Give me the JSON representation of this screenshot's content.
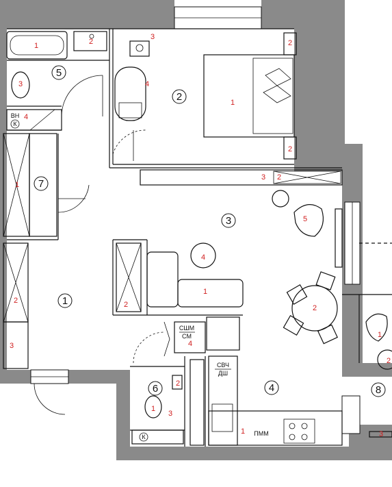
{
  "room_numbers": [
    "1",
    "2",
    "3",
    "4",
    "5",
    "6",
    "7",
    "8"
  ],
  "furniture_numbers": {
    "bath_tub": "1",
    "bath_sink": "2",
    "bath_toilet": "3",
    "bath_boiler": "4",
    "bed": "1",
    "bed_nightstand_top": "2",
    "bed_nightstand_bottom": "2",
    "bed_tv_unit": "3",
    "bed_chair": "4",
    "hall_wardrobe": "1",
    "hall_cabinet": "2",
    "hall_shoe": "3",
    "living_sofa": "1",
    "living_dining": "2",
    "living_tv": "3",
    "living_table": "4",
    "living_armchair": "5",
    "living_tv_side": "2",
    "wc_toilet": "1",
    "wc_sink": "2",
    "wc_shelf": "3",
    "kitchen_sink": "1",
    "kitchen_washer": "4",
    "loggia_chair": "1",
    "loggia_table": "2",
    "loggia_shelf": "3"
  },
  "appliance_labels": {
    "water_heater": "ВН",
    "counter_k": "К",
    "dishwasher_washer_top": "СШМ",
    "dishwasher_washer_bottom": "СМ",
    "microwave_top": "СВЧ",
    "microwave_bottom": "ДШ",
    "dishwasher": "ПММ",
    "counter_k2": "К"
  }
}
